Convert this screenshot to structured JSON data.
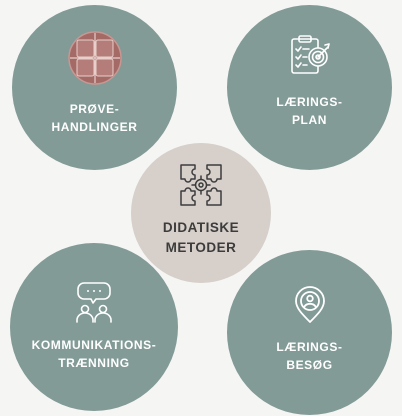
{
  "diagram": {
    "center": {
      "label_line1": "DIDATISKE",
      "label_line2": "METODER",
      "icon": "puzzle-target-icon"
    },
    "nodes": [
      {
        "line1": "PRØVE-",
        "line2": "HANDLINGER",
        "icon": "quadrant-chart-icon"
      },
      {
        "line1": "LÆRINGS-",
        "line2": "PLAN",
        "icon": "clipboard-target-icon"
      },
      {
        "line1": "KOMMUNIKATIONS-",
        "line2": "TRÆNNING",
        "icon": "chat-people-icon"
      },
      {
        "line1": "LÆRINGS-",
        "line2": "BESØG",
        "icon": "location-person-icon"
      }
    ]
  },
  "colors": {
    "background": "#f5f5f4",
    "node": "#829b97",
    "center": "#d6cfca",
    "quadrant_red": "#a46a66",
    "text_light": "#ffffff",
    "text_dark": "#3c3c3c"
  }
}
